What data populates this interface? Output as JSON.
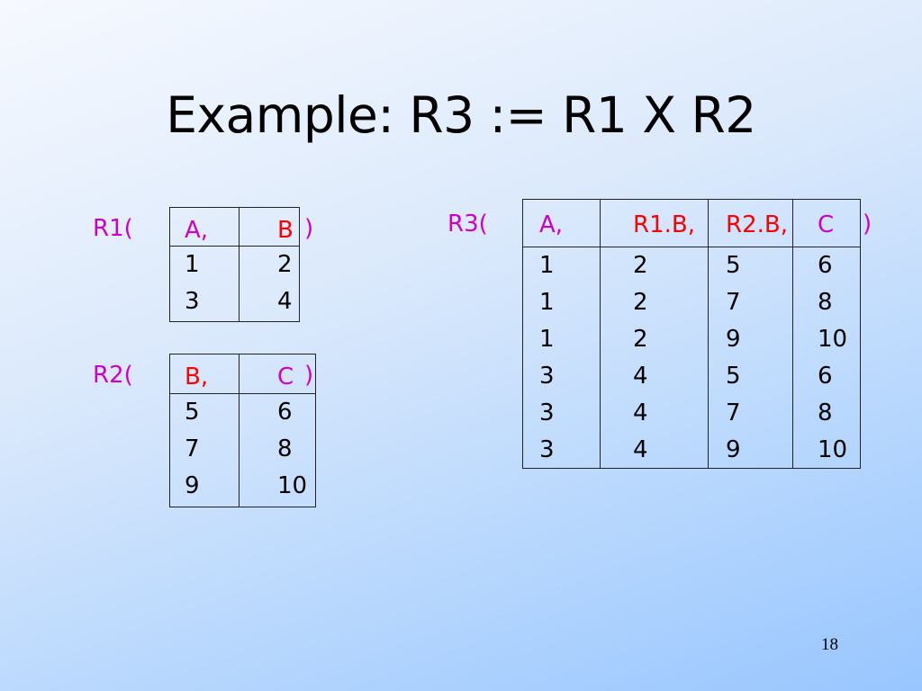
{
  "slide": {
    "title": "Example: R3 := R1 X R2",
    "page_number": "18"
  },
  "colors": {
    "attr": "#cc00cc",
    "key": "#ff0000",
    "text": "#000000"
  },
  "r1": {
    "open": "R1(",
    "close": ")",
    "headers": [
      {
        "text": "A,",
        "color": "attr"
      },
      {
        "text": "B",
        "color": "key"
      }
    ],
    "rows": [
      [
        "1",
        "2"
      ],
      [
        "3",
        "4"
      ]
    ]
  },
  "r2": {
    "open": "R2(",
    "close": ")",
    "headers": [
      {
        "text": "B,",
        "color": "key"
      },
      {
        "text": "C",
        "color": "attr"
      }
    ],
    "rows": [
      [
        "5",
        "6"
      ],
      [
        "7",
        "8"
      ],
      [
        "9",
        "10"
      ]
    ]
  },
  "r3": {
    "open": "R3(",
    "close": ")",
    "headers": [
      {
        "text": "A,",
        "color": "attr"
      },
      {
        "text": "R1.B,",
        "color": "key"
      },
      {
        "text": "R2.B,",
        "color": "key"
      },
      {
        "text": "C",
        "color": "attr"
      }
    ],
    "rows": [
      [
        "1",
        "2",
        "5",
        "6"
      ],
      [
        "1",
        "2",
        "7",
        "8"
      ],
      [
        "1",
        "2",
        "9",
        "10"
      ],
      [
        "3",
        "4",
        "5",
        "6"
      ],
      [
        "3",
        "4",
        "7",
        "8"
      ],
      [
        "3",
        "4",
        "9",
        "10"
      ]
    ]
  }
}
